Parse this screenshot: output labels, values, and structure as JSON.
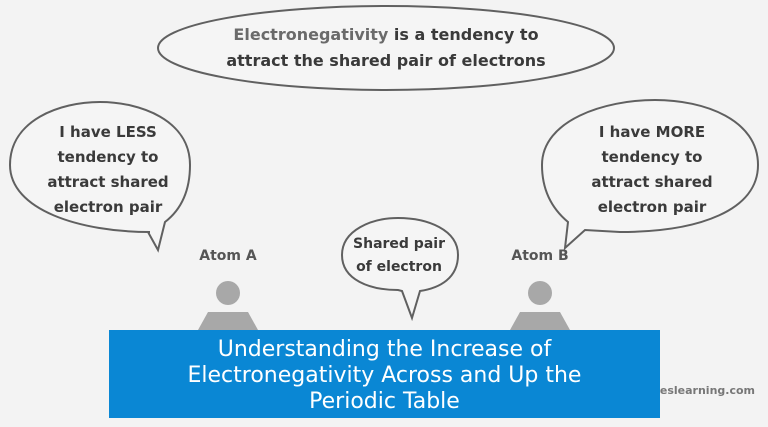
{
  "top_bubble": {
    "line1_bold": "Electronegativity",
    "line1_rest": " is a tendency to",
    "line2": "attract the shared pair of electrons"
  },
  "left_bubble": {
    "lines": [
      "I have LESS",
      "tendency to",
      "attract shared",
      "electron pair"
    ]
  },
  "right_bubble": {
    "lines": [
      "I have MORE",
      "tendency to",
      "attract shared",
      "electron pair"
    ]
  },
  "center_bubble": {
    "lines": [
      "Shared pair",
      "of electron"
    ]
  },
  "atom_a_label": "Atom A",
  "atom_b_label": "Atom B",
  "banner": {
    "lines": [
      "Understanding the Increase of",
      "Electronegativity Across and Up the",
      "Periodic Table"
    ]
  },
  "watermark": "© scienceslearning.com",
  "colors": {
    "banner": "#0a87d4",
    "bubble_fill": "#f5f5f5",
    "bubble_stroke": "#606060",
    "figure": "#a8a8a8"
  }
}
